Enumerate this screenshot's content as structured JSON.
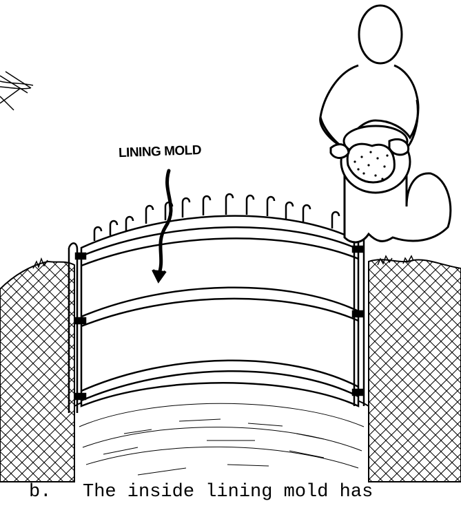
{
  "illustration": {
    "callout_label": "LINING MOLD",
    "caption_marker": "b.",
    "caption_text": "The inside lining mold has"
  },
  "colors": {
    "ink": "#000000",
    "paper": "#ffffff"
  }
}
